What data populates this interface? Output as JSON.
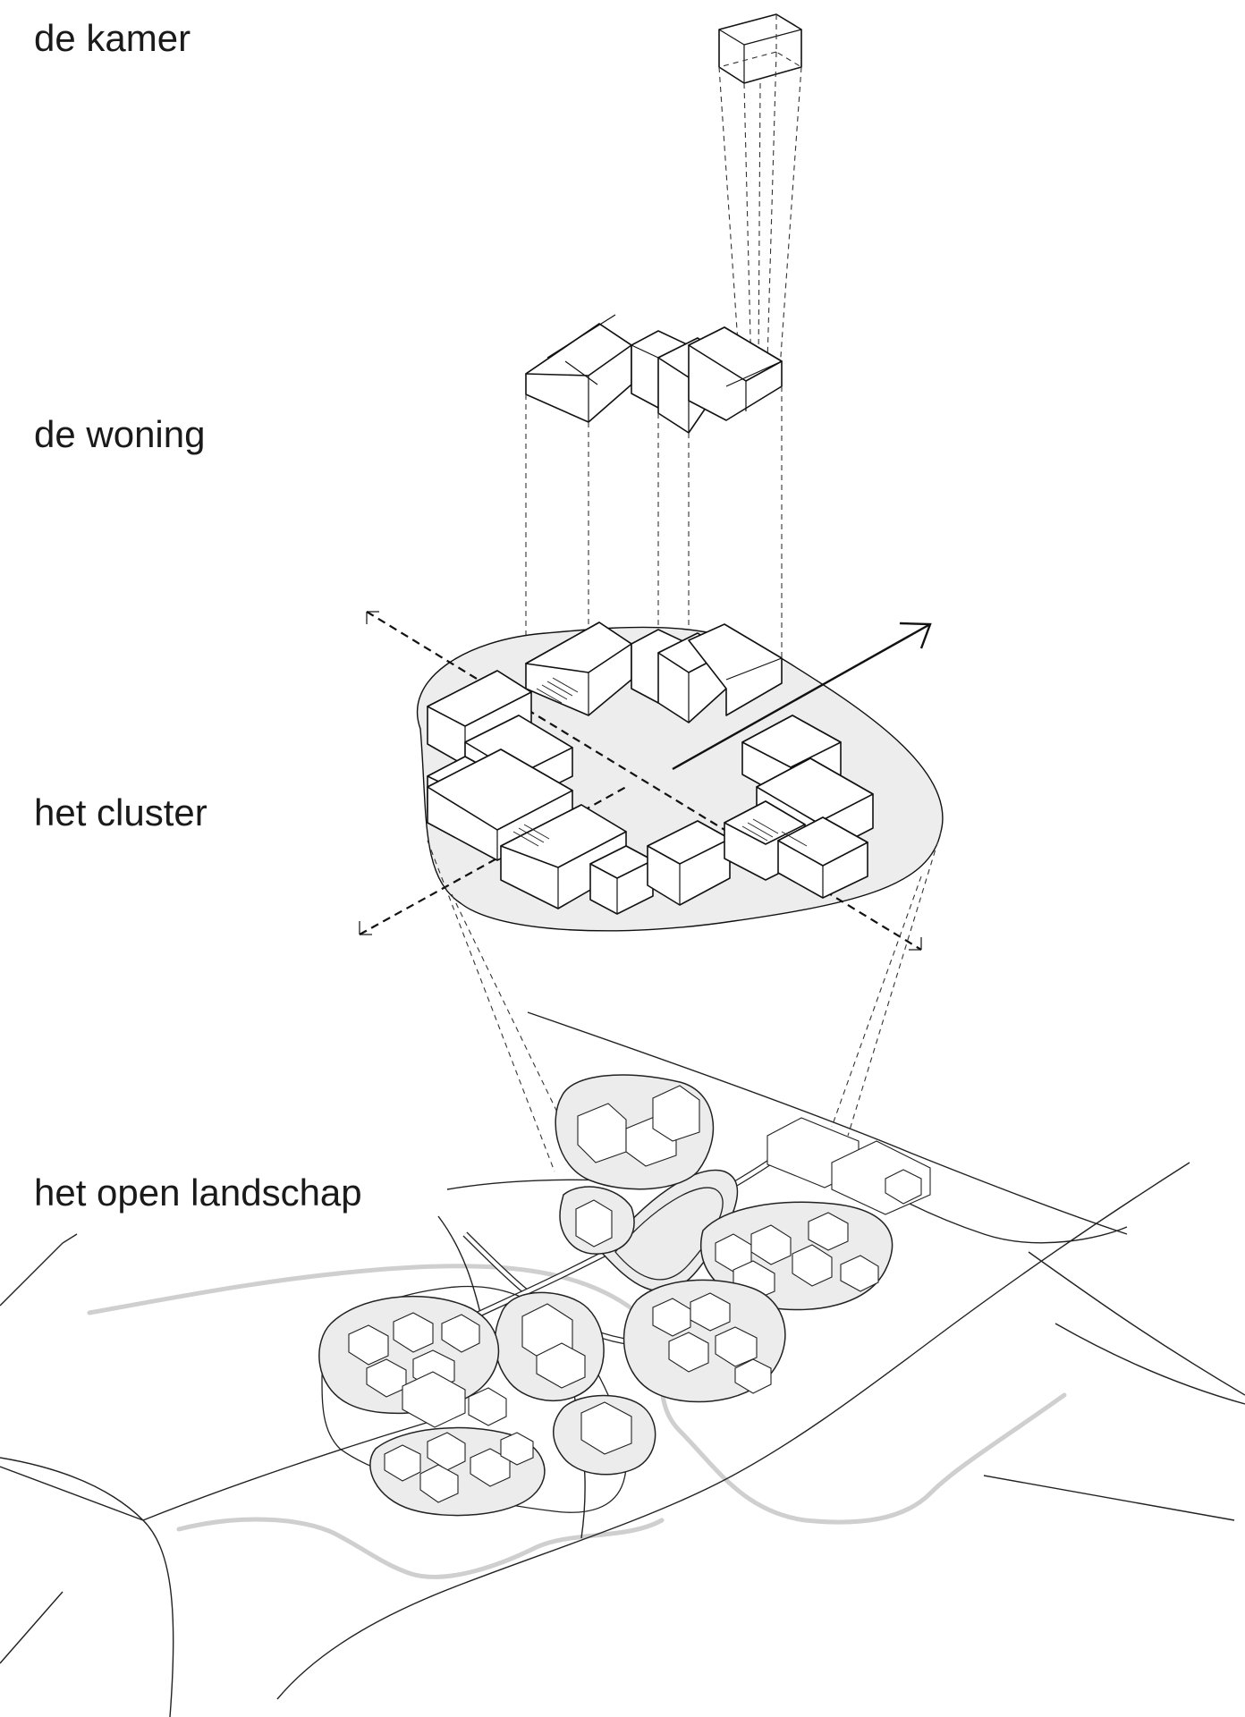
{
  "labels": {
    "kamer": "de kamer",
    "woning": "de woning",
    "cluster": "het cluster",
    "landschap": "het open landschap"
  }
}
